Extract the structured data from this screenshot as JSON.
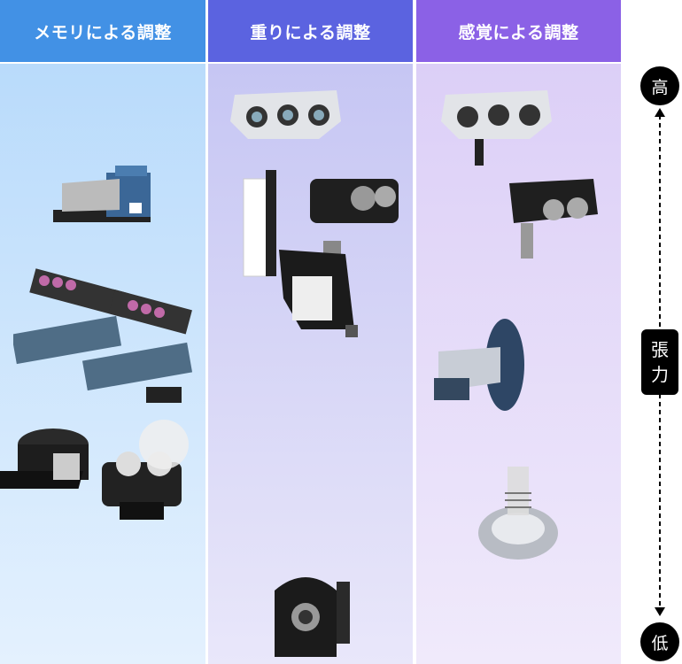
{
  "columns": [
    {
      "title": "メモリによる調整",
      "color": "#4291e5"
    },
    {
      "title": "重りによる調整",
      "color": "#5b63e0"
    },
    {
      "title": "感覚による調整",
      "color": "#8b61e6"
    }
  ],
  "axis": {
    "high": "高",
    "low": "低",
    "label_line1": "張",
    "label_line2": "力"
  }
}
